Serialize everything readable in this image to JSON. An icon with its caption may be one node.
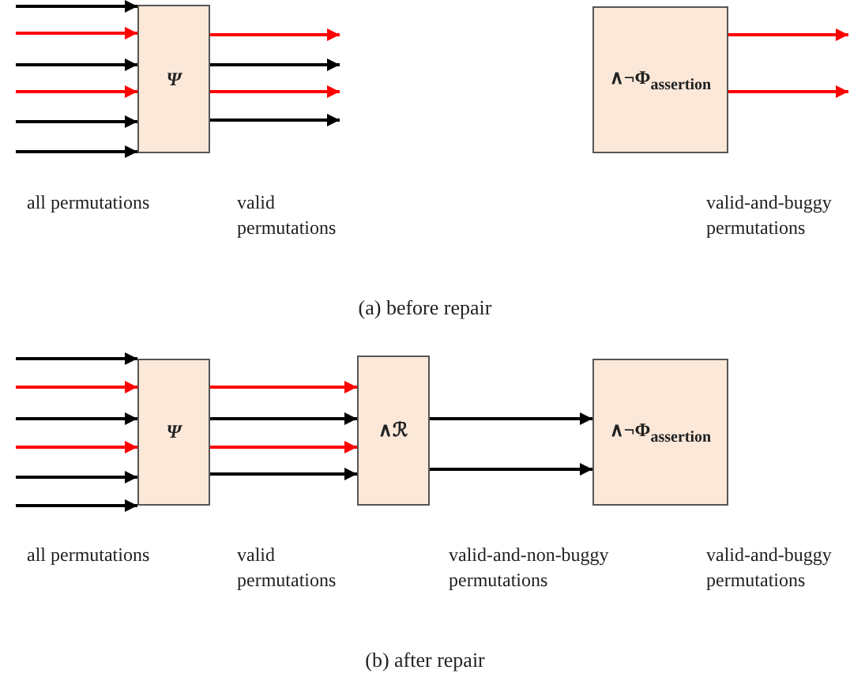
{
  "diagram": {
    "nodes": [
      {
        "text": [
          "Ψ"
        ]
      },
      {
        "text": [
          "∧¬Φ$_{assertion}$"
        ]
      },
      {
        "text": [
          "Ψ"
        ]
      },
      {
        "text": [
          "∧ℛ"
        ]
      },
      {
        "text": [
          "∧¬Φ$_{assertion}$"
        ]
      }
    ],
    "edges": [
      {
        "from": null,
        "to": 0,
        "arrow": "to"
      },
      {
        "from": null,
        "to": 0,
        "arrow": "to",
        "color": "#ff0000"
      },
      {
        "from": null,
        "to": 0,
        "arrow": "to"
      },
      {
        "from": null,
        "to": 0,
        "arrow": "to",
        "color": "#ff0000"
      },
      {
        "from": null,
        "to": 0,
        "arrow": "to"
      },
      {
        "from": null,
        "to": 0,
        "arrow": "to"
      },
      {
        "from": 0,
        "to": null,
        "arrow": "to",
        "color": "#ff0000"
      },
      {
        "from": 0,
        "to": null,
        "arrow": "to"
      },
      {
        "from": 0,
        "to": null,
        "arrow": "to",
        "color": "#ff0000"
      },
      {
        "from": 0,
        "to": null,
        "arrow": "to"
      },
      {
        "from": 1,
        "to": null,
        "arrow": "to",
        "color": "#ff0000"
      },
      {
        "from": 1,
        "to": null,
        "arrow": "to",
        "color": "#ff0000"
      },
      {
        "from": null,
        "to": 2,
        "arrow": "to"
      },
      {
        "from": null,
        "to": 2,
        "arrow": "to",
        "color": "#ff0000"
      },
      {
        "from": null,
        "to": 2,
        "arrow": "to"
      },
      {
        "from": null,
        "to": 2,
        "arrow": "to",
        "color": "#ff0000"
      },
      {
        "from": null,
        "to": 2,
        "arrow": "to"
      },
      {
        "from": null,
        "to": 2,
        "arrow": "to"
      },
      {
        "from": 2,
        "to": 3,
        "arrow": "to",
        "color": "#ff0000"
      },
      {
        "from": 2,
        "to": 3,
        "arrow": "to"
      },
      {
        "from": 2,
        "to": 3,
        "arrow": "to",
        "color": "#ff0000"
      },
      {
        "from": 2,
        "to": 3,
        "arrow": "to"
      },
      {
        "from": 3,
        "to": 4,
        "arrow": "to"
      },
      {
        "from": 3,
        "to": 4,
        "arrow": "to"
      }
    ],
    "labels": [
      "all permutations",
      "valid permutations",
      "valid-and-buggy permutations",
      "(a) before repair",
      "all permutations",
      "valid permutations",
      "valid-and-non-buggy permutations",
      "valid-and-buggy permutations",
      "(b) after repair"
    ]
  }
}
